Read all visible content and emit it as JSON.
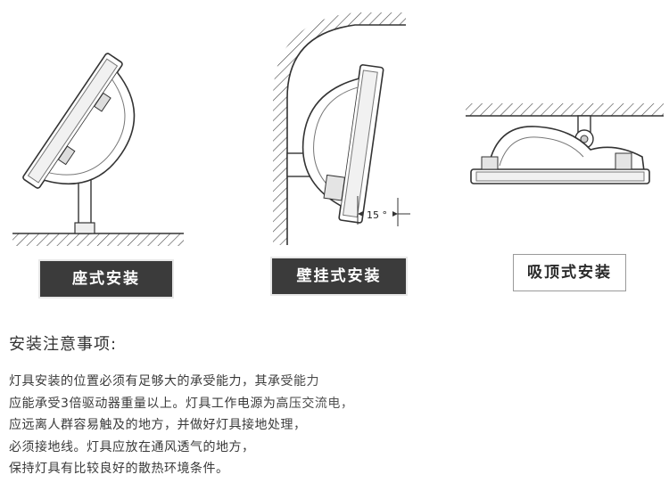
{
  "mounting_types": {
    "seat": "座式安装",
    "wall": "壁挂式安装",
    "ceiling": "吸顶式安装"
  },
  "angle_label": "15 °",
  "notes": {
    "title": "安装注意事项:",
    "lines": [
      "灯具安装的位置必须有足够大的承受能力，其承受能力",
      "应能承受3倍驱动器重量以上。灯具工作电源为高压交流电，",
      "应远离人群容易触及的地方，并做好灯具接地处理，",
      "必须接地线。灯具应放在通风透气的地方，",
      "保持灯具有比较良好的散热环境条件。"
    ]
  },
  "colors": {
    "label_bg": "#3b3b3b",
    "label_text": "#ffffff",
    "line": "#333333"
  }
}
